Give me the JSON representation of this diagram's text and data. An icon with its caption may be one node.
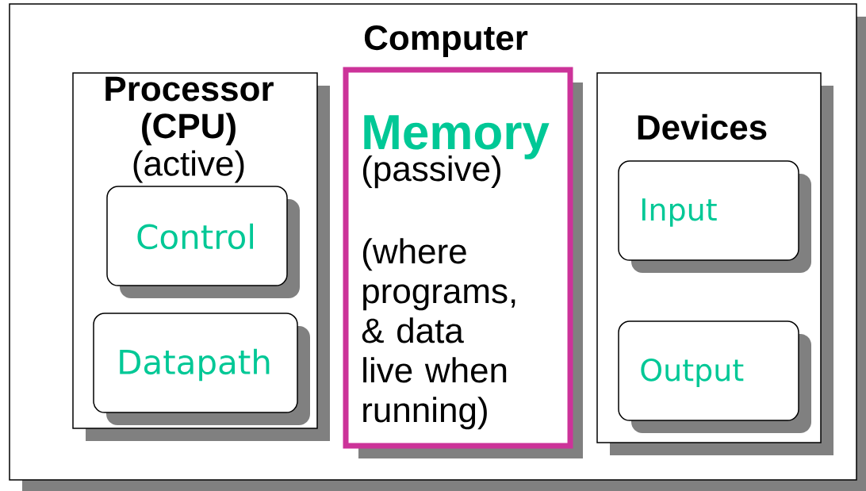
{
  "diagram": {
    "nodes": [
      {
        "text": [
          "Computer"
        ]
      },
      {
        "text": [
          "Processor (CPU)",
          "(active)"
        ],
        "in": 0
      },
      {
        "text": [
          "Control"
        ],
        "in": 1
      },
      {
        "text": [
          "Datapath"
        ],
        "in": 1
      },
      {
        "text": [
          "Memory",
          "(passive)",
          "(where programs, & data live when running)"
        ],
        "in": 0
      },
      {
        "text": [
          "Devices"
        ],
        "in": 0
      },
      {
        "text": [
          "Input"
        ],
        "in": 5
      },
      {
        "text": [
          "Output"
        ],
        "in": 5
      }
    ]
  }
}
